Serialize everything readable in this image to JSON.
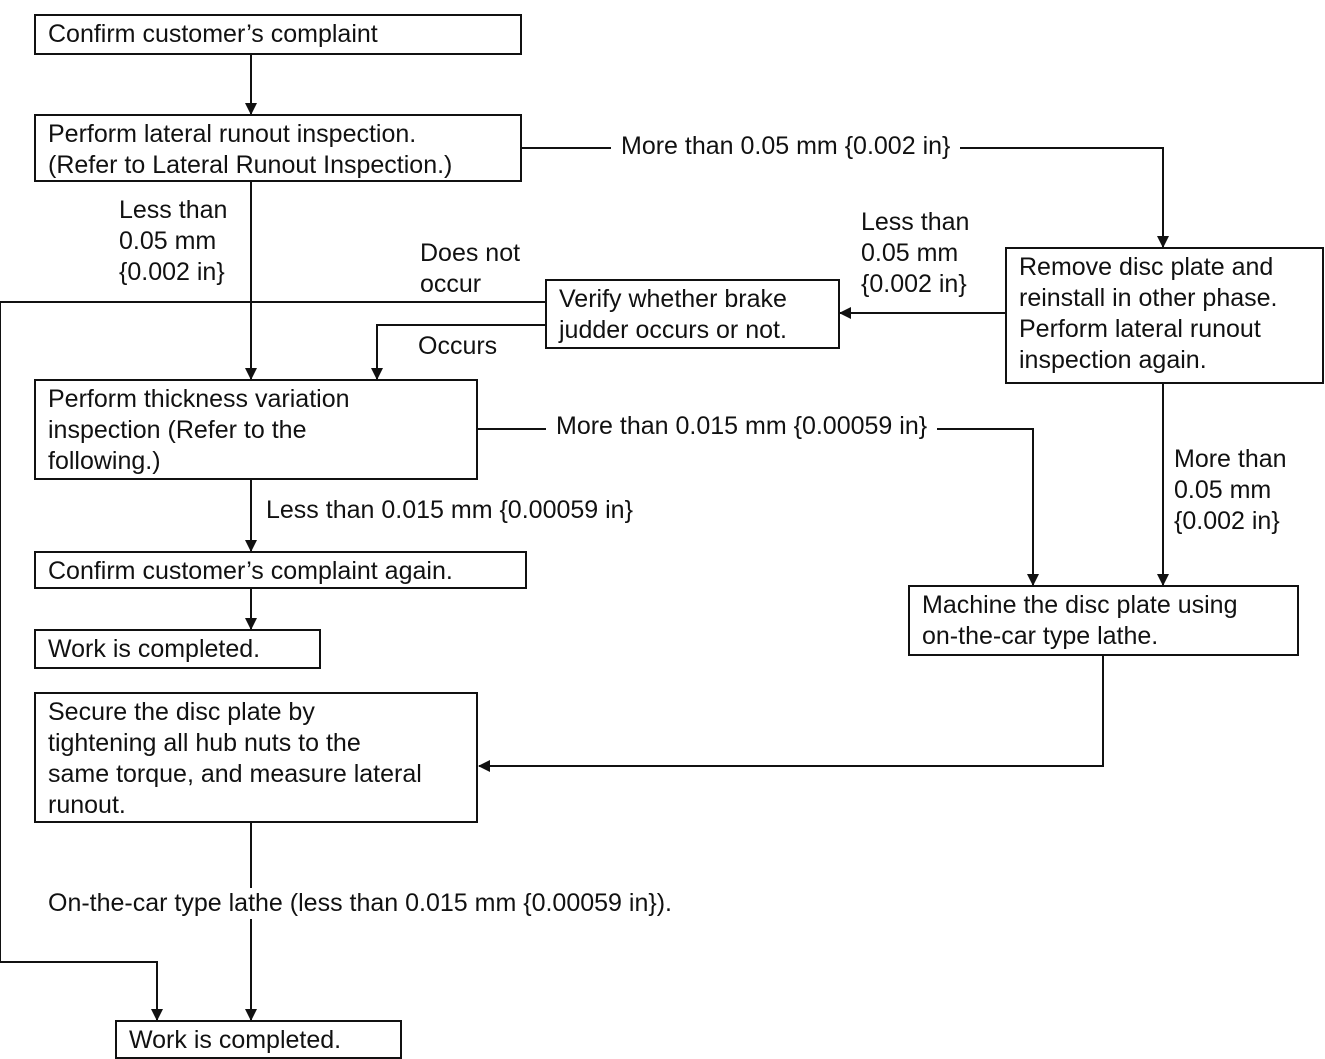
{
  "boxes": {
    "confirm_complaint": "Confirm customer’s complaint",
    "lateral_runout": "Perform lateral runout inspection.\n(Refer to Lateral Runout Inspection.)",
    "remove_reinstall": "Remove disc plate and\nreinstall in other phase.\nPerform lateral runout\ninspection again.",
    "verify_judder": "Verify whether brake\njudder occurs or not.",
    "thickness_variation": "Perform thickness variation\ninspection (Refer to the\nfollowing.)",
    "confirm_again": "Confirm customer’s complaint again.",
    "work_completed_1": "Work is completed.",
    "machine_disc": "Machine the disc plate using\non-the-car type lathe.",
    "secure_disc": "Secure the disc plate by\ntightening all hub nuts to the\nsame torque, and measure lateral\nrunout.",
    "work_completed_2": "Work is completed."
  },
  "labels": {
    "runout_more": "More than 0.05 mm {0.002 in}",
    "runout_less": "Less than\n0.05 mm\n{0.002 in}",
    "reinstall_less": "Less than\n0.05 mm\n{0.002 in}",
    "reinstall_more": "More than\n0.05 mm\n{0.002 in}",
    "does_not_occur": "Does not\noccur",
    "occurs": "Occurs",
    "thickness_more": "More than 0.015 mm {0.00059 in}",
    "thickness_less": "Less than 0.015 mm {0.00059 in}",
    "lathe_result": "On-the-car type lathe (less than 0.015 mm {0.00059 in})."
  }
}
